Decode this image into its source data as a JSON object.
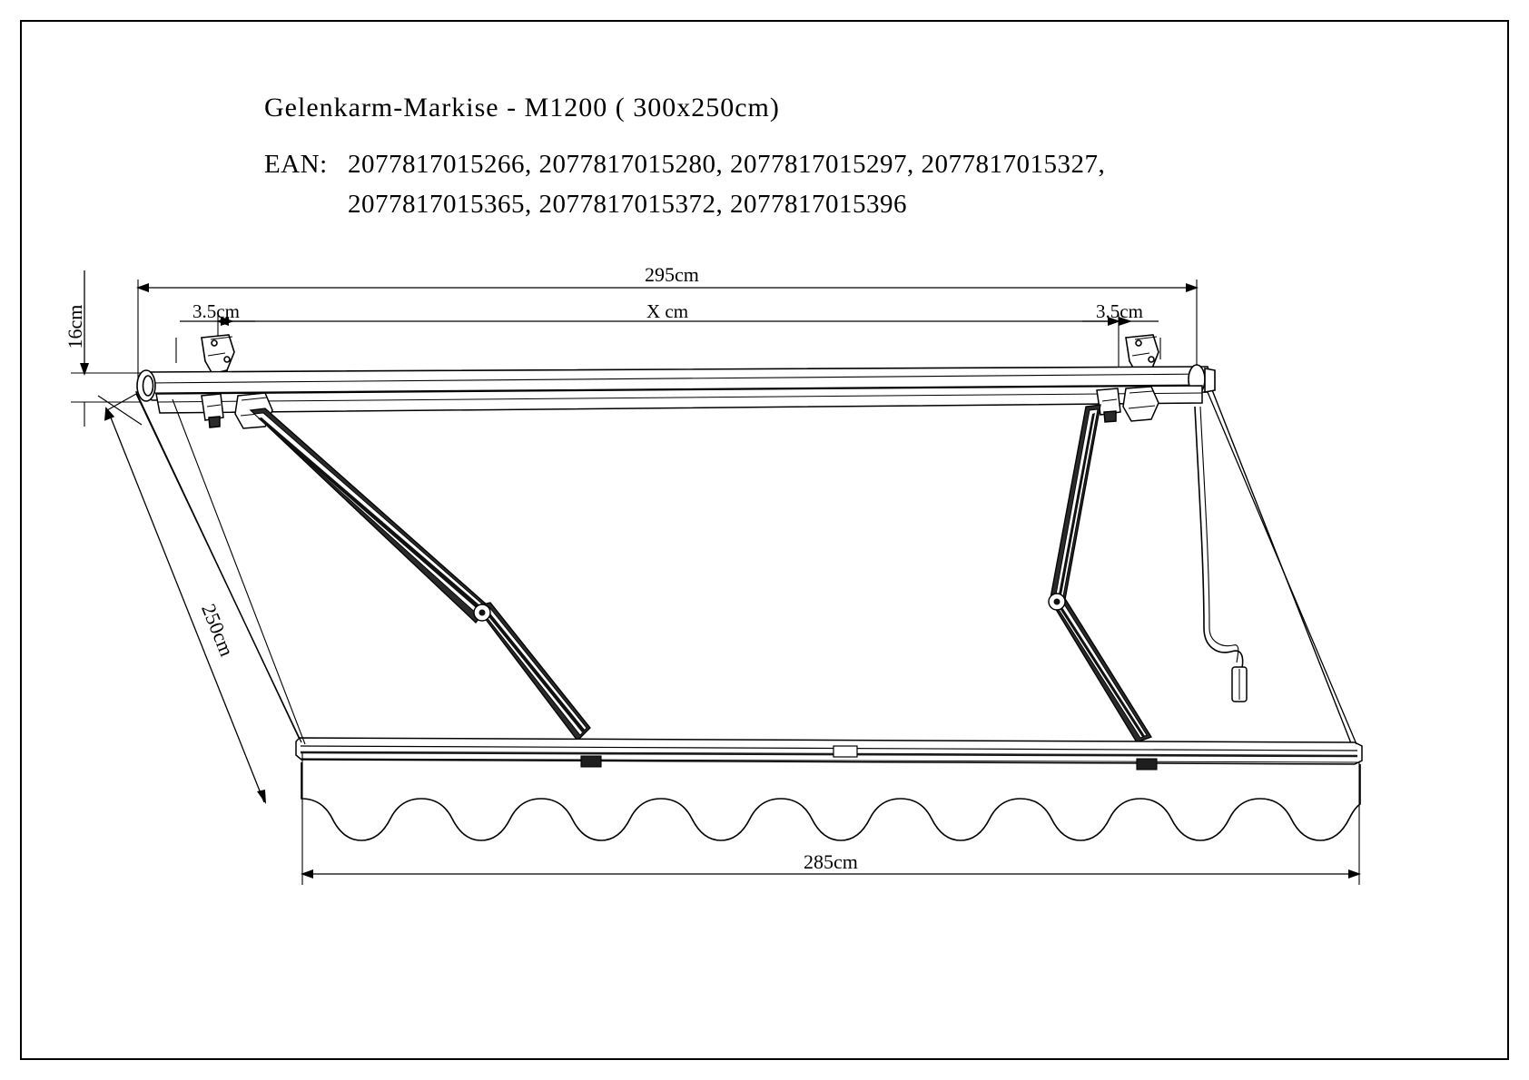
{
  "document": {
    "type": "technical-drawing",
    "product_title": "Gelenkarm-Markise - M1200 ( 300x250cm)",
    "ean_label": "EAN:",
    "ean_line_1": "2077817015266,  2077817015280,  2077817015297,  2077817015327,",
    "ean_line_2": "2077817015365,  2077817015372,  2077817015396",
    "ean_numbers": [
      "2077817015266",
      "2077817015280",
      "2077817015297",
      "2077817015327",
      "2077817015365",
      "2077817015372",
      "2077817015396"
    ],
    "border_color": "#000000",
    "line_color": "#000000",
    "background_color": "#ffffff"
  },
  "dimensions": {
    "height_drop": "16cm",
    "top_width": "295cm",
    "left_bracket_offset": "3.5cm",
    "right_bracket_offset": "3.5cm",
    "bracket_span": "X cm",
    "projection": "250cm",
    "front_bar_width": "285cm"
  },
  "parts": {
    "roller_tube": "roller-tube",
    "wall_bracket_left": "wall-bracket-left",
    "wall_bracket_right": "wall-bracket-right",
    "folding_arm_left": "folding-arm-left",
    "folding_arm_right": "folding-arm-right",
    "front_profile": "front-profile",
    "valance": "scalloped-valance",
    "crank_handle": "crank-handle",
    "fabric": "awning-fabric"
  }
}
